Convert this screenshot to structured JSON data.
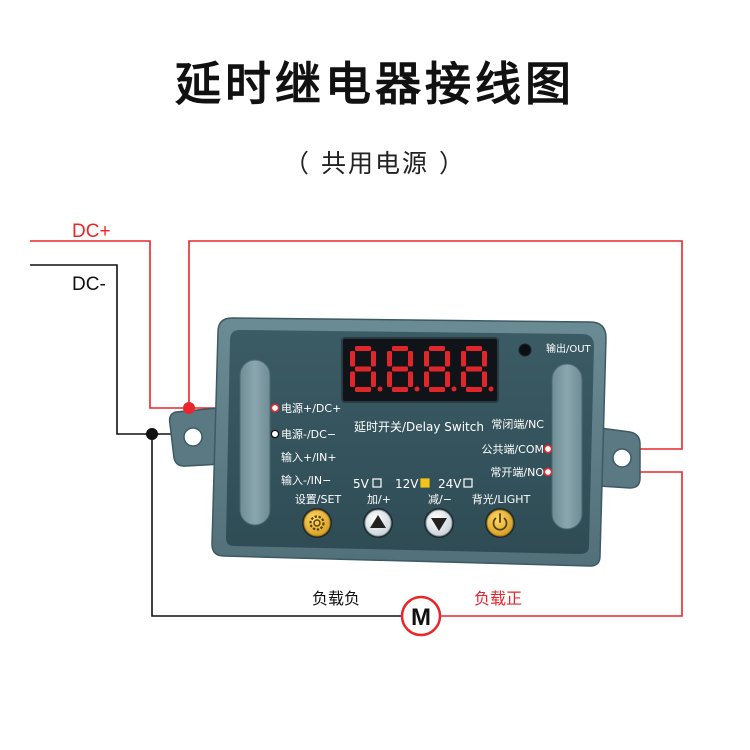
{
  "title": "延时继电器接线图",
  "subtitle": "（ 共用电源 ）",
  "supply": {
    "positive_label": "DC+",
    "negative_label": "DC-"
  },
  "display": {
    "digits": [
      "8",
      "8",
      "8",
      "8"
    ],
    "output_label": "输出/OUT"
  },
  "module_name": "延时开关/Delay Switch",
  "terminals_left": [
    "电源+/DC+",
    "电源-/DC−",
    "输入+/IN+",
    "输入-/IN−"
  ],
  "terminals_right": [
    "常闭端/NC",
    "公共端/COM",
    "常开端/NO"
  ],
  "voltage_options": [
    {
      "label": "5V",
      "selected": false
    },
    {
      "label": "12V",
      "selected": true
    },
    {
      "label": "24V",
      "selected": false
    }
  ],
  "buttons": {
    "set": "设置/SET",
    "up": "加/+",
    "down": "减/−",
    "light": "背光/LIGHT"
  },
  "load": {
    "negative_label": "负载负",
    "positive_label": "负载正",
    "motor_symbol": "M"
  },
  "colors": {
    "positive_wire": "#e8262b",
    "negative_wire": "#111111",
    "module_body": "#5f7f89",
    "module_panel": "#35535d",
    "display_segments": "#e0262b",
    "button_yellow": "#e8b83a",
    "button_white": "#e9eef0"
  }
}
